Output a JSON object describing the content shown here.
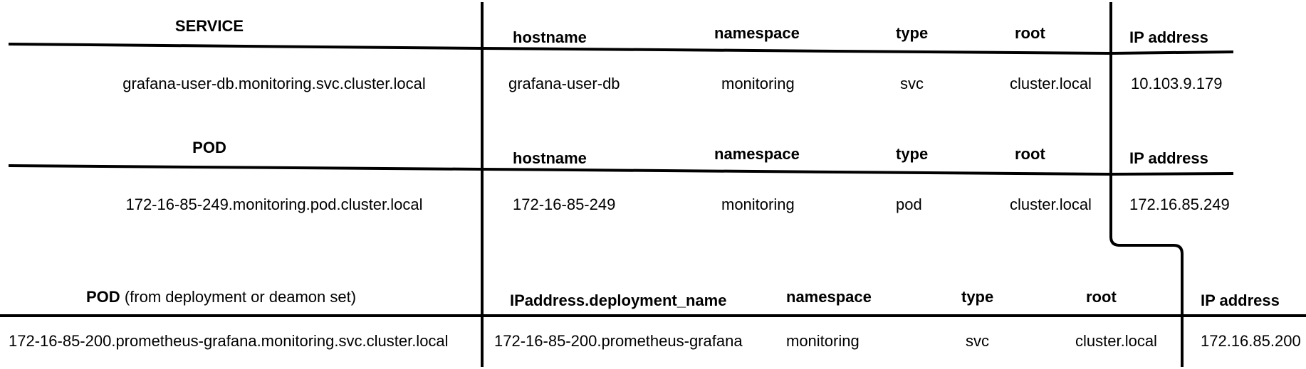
{
  "service_section": {
    "title": "SERVICE",
    "headers": {
      "hostname": "hostname",
      "namespace": "namespace",
      "type": "type",
      "root": "root",
      "ip": "IP address"
    },
    "fqdn": "grafana-user-db.monitoring.svc.cluster.local",
    "hostname": "grafana-user-db",
    "namespace": "monitoring",
    "type": "svc",
    "root": "cluster.local",
    "ip": "10.103.9.179"
  },
  "pod_section": {
    "title": "POD",
    "headers": {
      "hostname": "hostname",
      "namespace": "namespace",
      "type": "type",
      "root": "root",
      "ip": "IP address"
    },
    "fqdn": "172-16-85-249.monitoring.pod.cluster.local",
    "hostname": "172-16-85-249",
    "namespace": "monitoring",
    "type": "pod",
    "root": "cluster.local",
    "ip": "172.16.85.249"
  },
  "deployment_pod_section": {
    "title": "POD",
    "subtitle": "(from deployment or deamon set)",
    "headers": {
      "hostname": "IPaddress.deployment_name",
      "namespace": "namespace",
      "type": "type",
      "root": "root",
      "ip": "IP address"
    },
    "fqdn": "172-16-85-200.prometheus-grafana.monitoring.svc.cluster.local",
    "hostname": "172-16-85-200.prometheus-grafana",
    "namespace": "monitoring",
    "type": "svc",
    "root": "cluster.local",
    "ip": "172.16.85.200"
  }
}
